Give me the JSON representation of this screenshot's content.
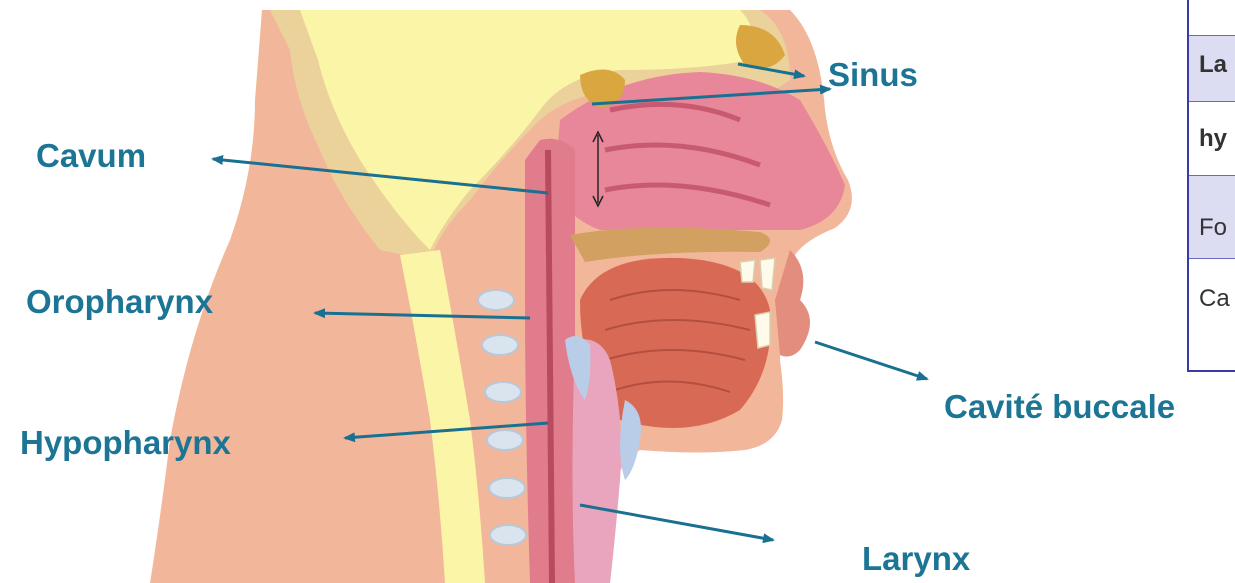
{
  "diagram": {
    "labels": {
      "sinus": "Sinus",
      "cavum": "Cavum",
      "oropharynx": "Oropharynx",
      "hypopharynx": "Hypopharynx",
      "cavite_buccale": "Cavité buccale",
      "larynx": "Larynx"
    },
    "colors": {
      "label": "#1d7595",
      "arrow": "#1a7090",
      "skin": "#f2b79a",
      "brain": "#fbf5a8",
      "bone": "#ead29a",
      "mucosa": "#e8879a",
      "muscle": "#d86a55"
    }
  },
  "table": {
    "rows": [
      {
        "text": "",
        "style": "plain"
      },
      {
        "text": "La",
        "style": "bold-shaded"
      },
      {
        "text": "hy",
        "style": "bold"
      },
      {
        "text": "Fo",
        "style": "shaded"
      },
      {
        "text": "Ca",
        "style": "plain"
      }
    ]
  }
}
